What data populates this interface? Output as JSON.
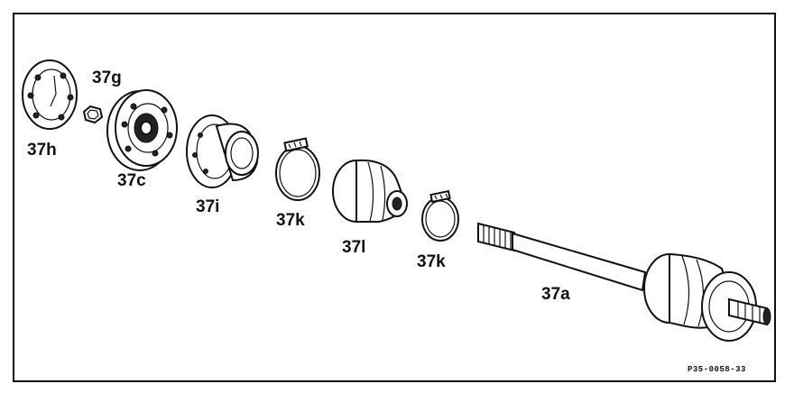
{
  "labels": {
    "p37h": "37h",
    "p37g": "37g",
    "p37c": "37c",
    "p37i": "37i",
    "p37k_left": "37k",
    "p37l": "37l",
    "p37k_right": "37k",
    "p37a": "37a"
  },
  "figure_code": "P35-0058-33"
}
